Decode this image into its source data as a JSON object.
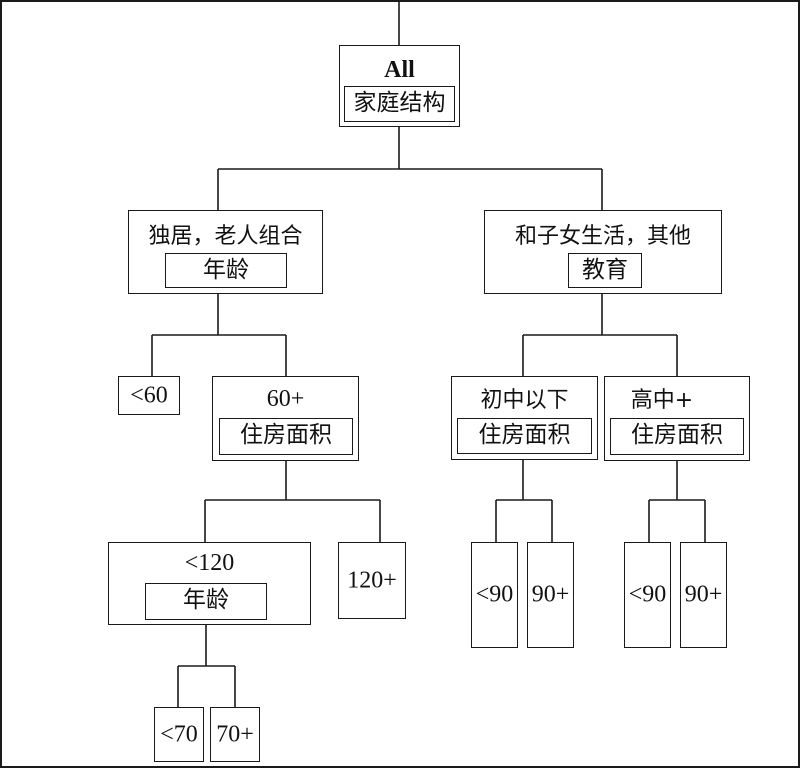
{
  "tree": {
    "root": {
      "label": "All",
      "split": "家庭结构"
    },
    "left": {
      "label": "独居，老人组合",
      "split": "年龄"
    },
    "right": {
      "label": "和子女生活，其他",
      "split": "教育"
    },
    "age_lt60": {
      "label": "<60"
    },
    "age_60p": {
      "label": "60+",
      "split": "住房面积"
    },
    "edu_low": {
      "label": "初中以下",
      "split": "住房面积"
    },
    "edu_high": {
      "label": "高中+",
      "split": "住房面积"
    },
    "area_lt120": {
      "label": "<120",
      "split": "年龄"
    },
    "area_120p": {
      "label": "120+"
    },
    "edu_low_lt90": {
      "label": "<90"
    },
    "edu_low_90p": {
      "label": "90+"
    },
    "edu_high_lt90": {
      "label": "<90"
    },
    "edu_high_90p": {
      "label": "90+"
    },
    "age_lt70": {
      "label": "<70"
    },
    "age_70p": {
      "label": "70+"
    }
  },
  "colors": {
    "line": "#1a1a1a",
    "background": "#ffffff"
  }
}
